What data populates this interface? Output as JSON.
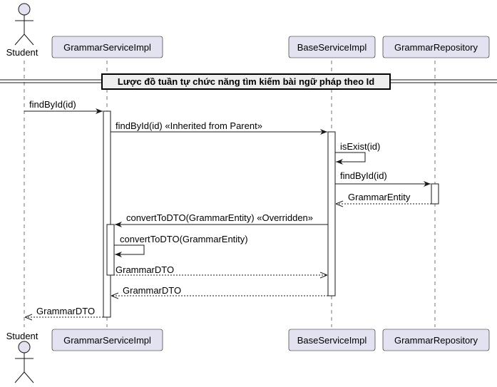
{
  "diagram": {
    "title": "Lược đồ tuần tự chức năng tìm kiếm bài ngữ pháp theo Id",
    "participants": {
      "student": "Student",
      "grammar_service": "GrammarServiceImpl",
      "base_service": "BaseServiceImpl",
      "grammar_repository": "GrammarRepository"
    },
    "messages": {
      "m1": "findById(id)",
      "m2": "findById(id) «Inherited from Parent»",
      "m3": "isExist(id)",
      "m4": "findById(id)",
      "m5": "GrammarEntity",
      "m6": "convertToDTO(GrammarEntity) «Overridden»",
      "m7": "convertToDTO(GrammarEntity)",
      "m8": "GrammarDTO",
      "m9": "GrammarDTO",
      "m10": "GrammarDTO"
    },
    "colors": {
      "participant_fill": "#e2e2f0",
      "line": "#181818",
      "background": "#ffffff"
    }
  }
}
